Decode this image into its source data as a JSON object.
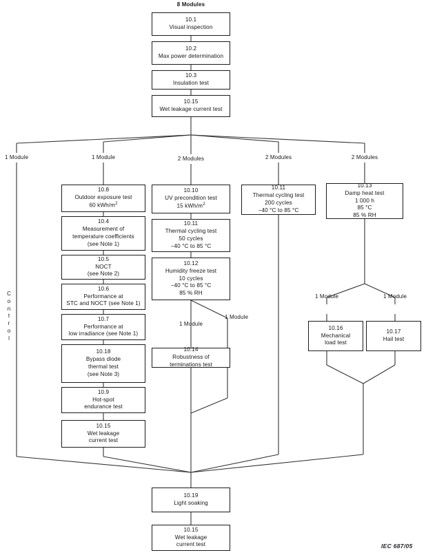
{
  "figure": {
    "caption": "IEC  687/05",
    "top_label": "8 Modules",
    "control_label": "Control"
  },
  "branch_labels": {
    "b1": "1 Module",
    "b2": "1 Module",
    "b3": "2 Modules",
    "b4": "2 Modules",
    "b5": "2 Modules",
    "damp_left": "1 Module",
    "damp_right": "1 Module",
    "hf_left": "1 Module",
    "hf_right": "1 Module"
  },
  "boxes": {
    "t101": {
      "id": "10.1",
      "l1": "Visual inspection",
      "l2": "",
      "l3": "",
      "l4": ""
    },
    "t102": {
      "id": "10.2",
      "l1": "Max power determination",
      "l2": "",
      "l3": "",
      "l4": ""
    },
    "t103": {
      "id": "10.3",
      "l1": "Insulation test",
      "l2": "",
      "l3": "",
      "l4": ""
    },
    "t1015top": {
      "id": "10.15",
      "l1": "Wet leakage current test",
      "l2": "",
      "l3": "",
      "l4": ""
    },
    "t108": {
      "id": "10.8",
      "l1": "Outdoor exposure test",
      "l2": "60 kWh/m",
      "l2sup": "2",
      "l3": "",
      "l4": ""
    },
    "t104": {
      "id": "10.4",
      "l1": "Measurement of",
      "l2": "temperature coefficients",
      "l3": "(see Note 1)",
      "l4": ""
    },
    "t105": {
      "id": "10.5",
      "l1": "NOCT",
      "l2": "(see Note 2)",
      "l3": "",
      "l4": ""
    },
    "t106": {
      "id": "10.6",
      "l1": "Performance at",
      "l2": "STC and NOCT (see Note 1)",
      "l3": "",
      "l4": ""
    },
    "t107": {
      "id": "10.7",
      "l1": "Performance at",
      "l2": "low irradiance (see Note 1)",
      "l3": "",
      "l4": ""
    },
    "t1018": {
      "id": "10.18",
      "l1": "Bypass diode",
      "l2": "thermal test",
      "l3": "(see Note 3)",
      "l4": ""
    },
    "t109": {
      "id": "10.9",
      "l1": "Hot-spot",
      "l2": "endurance test",
      "l3": "",
      "l4": ""
    },
    "t1015left": {
      "id": "10.15",
      "l1": "Wet leakage",
      "l2": "current test",
      "l3": "",
      "l4": ""
    },
    "t1010": {
      "id": "10.10",
      "l1": "UV precondition test",
      "l2": "15 kWh/m",
      "l2sup": "2",
      "l3": "",
      "l4": ""
    },
    "t1011a": {
      "id": "10.11",
      "l1": "Thermal cycling test",
      "l2": "50 cycles",
      "l3": "−40 °C to 85 °C",
      "l4": ""
    },
    "t1012": {
      "id": "10.12",
      "l1": "Humidity freeze test",
      "l2": "10 cycles",
      "l3": "−40 °C to 85 °C",
      "l4": "85 % RH"
    },
    "t1014": {
      "id": "10.14",
      "l1": "Robustness of",
      "l2": "terminations test",
      "l3": "",
      "l4": ""
    },
    "t1011b": {
      "id": "10.11",
      "l1": "Thermal cycling test",
      "l2": "200 cycles",
      "l3": "−40 °C to 85 °C",
      "l4": ""
    },
    "t1013": {
      "id": "10.13",
      "l1": "Damp heat test",
      "l2": "1 000 h",
      "l3": "85 °C",
      "l4": "85 % RH"
    },
    "t1016": {
      "id": "10.16",
      "l1": "Mechanical",
      "l2": "load test",
      "l3": "",
      "l4": ""
    },
    "t1017": {
      "id": "10.17",
      "l1": "Hail test",
      "l2": "",
      "l3": "",
      "l4": ""
    },
    "t1019": {
      "id": "10.19",
      "l1": "Light soaking",
      "l2": "",
      "l3": "",
      "l4": ""
    },
    "t1015bot": {
      "id": "10.15",
      "l1": "Wet leakage",
      "l2": "current test",
      "l3": "",
      "l4": ""
    }
  }
}
